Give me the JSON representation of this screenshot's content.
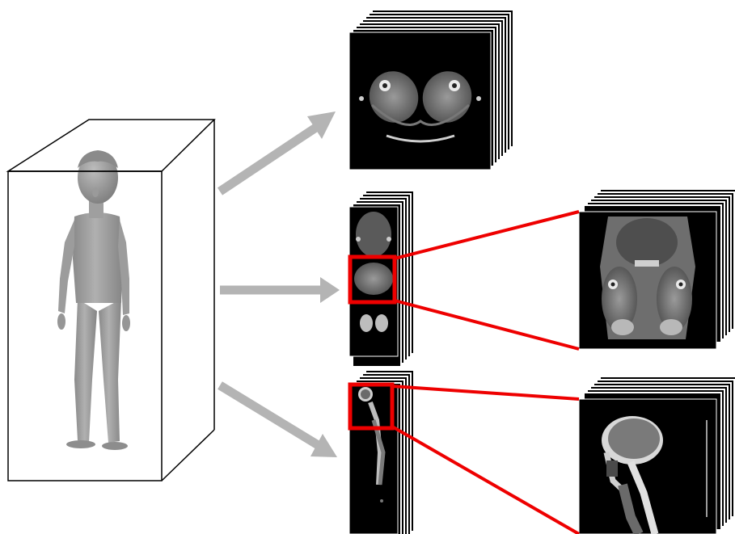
{
  "figure": {
    "subject": "human-figure",
    "views": [
      "axial",
      "coronal",
      "sagittal"
    ]
  },
  "colors": {
    "arrow": "#b4b4b4",
    "highlight": "#ee0000",
    "slice_background": "#000000",
    "box_outline": "#000000",
    "figure_fill": "#9a9a9a"
  }
}
